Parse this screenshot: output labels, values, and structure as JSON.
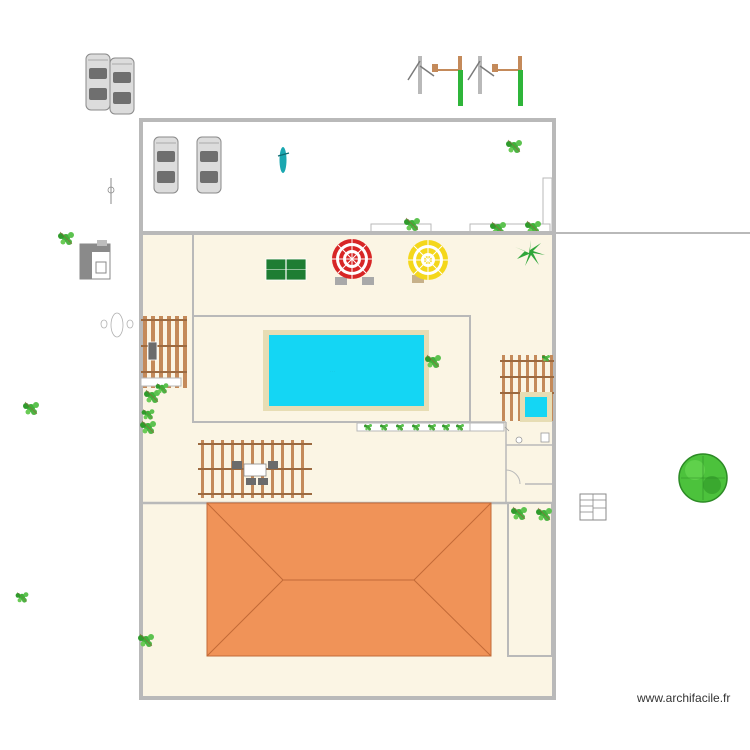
{
  "site": {
    "watermark": "www.archifacile.fr"
  },
  "colors": {
    "background": "#ffffff",
    "terrace": "#fbf5e4",
    "wall": "#b9b9b9",
    "pool_water": "#14d6f4",
    "pool_coping": "#e7ddb4",
    "roof": "#f09358",
    "roof_lines": "#c26a37",
    "pergola": "#c48a5a",
    "ping_pong_table": "#1e7d33",
    "parasol_red": "#d72626",
    "parasol_yellow": "#f4d71b",
    "plant_green": "#3fb23a",
    "car_body": "#dcdcdc"
  },
  "plan": {
    "zones": [
      "parking",
      "terrace",
      "pool",
      "house",
      "annex"
    ],
    "icons": [
      "car-icon",
      "swing-icon",
      "ping-pong-table-icon",
      "parasol-icon",
      "palm-tree-icon",
      "shrub-icon",
      "pergola-icon",
      "spa-icon",
      "staircase-icon",
      "tree-icon",
      "kayak-icon",
      "table-chairs-icon"
    ]
  }
}
